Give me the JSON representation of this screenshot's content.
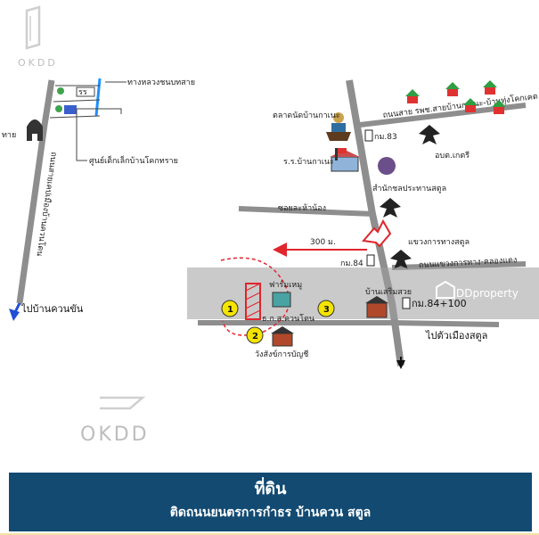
{
  "watermark": {
    "brand": "OKDD"
  },
  "overlay": {
    "brand": "DDproperty"
  },
  "map": {
    "labels": {
      "market": "ตลาดนัดบ้านกาเนะ",
      "km83": "กม.83",
      "school": "ร.ร.บ้านกาเนะ",
      "obt": "อบต.เกตรี",
      "satun_office": "สำนักชลประทานสตูล",
      "soi": "ซอยละห้าน้อง",
      "distance": "300 ม.",
      "highway_office": "แขวงการทางสตูล",
      "km84": "กม.84",
      "pharmacy": "ฟาร์มเหมู",
      "house_sign": "บ้านเสริมสวย",
      "km84_100": "กม.84+100",
      "bank": "ธ.ก.ส.ควนโดน",
      "to_satun": "ไปตัวเมืองสตูล",
      "left_place": "ศูนย์เด็กเล็กบ้านโคกทราย",
      "left_top": "ทางหลวงชนบทสาย",
      "left_road": "ถนนสายเคปเมืองบ้านควนโดน",
      "left_side": "ทาย",
      "to_ban_khuan": "ไปบ้านควนขัน",
      "road_top": "ถนนสาย รพช.สายบ้านกาเนะ-บ้านทุ่งโคกเคต",
      "road_mid": "ถนนแขวงการทาง-คลองแดง",
      "account_office": "วังสังข์การบัญชี"
    },
    "markers": [
      "1",
      "2",
      "3"
    ]
  },
  "banner": {
    "title": "ที่ดิน",
    "subtitle": "ติดถนนยนตรการกำธร บ้านควน สตูล"
  },
  "colors": {
    "banner_bg": "#124a72",
    "road": "#8e8e8e",
    "marker": "#f5e400",
    "arrow_red": "#e0252d",
    "arrow_blue": "#1e4fd6"
  }
}
